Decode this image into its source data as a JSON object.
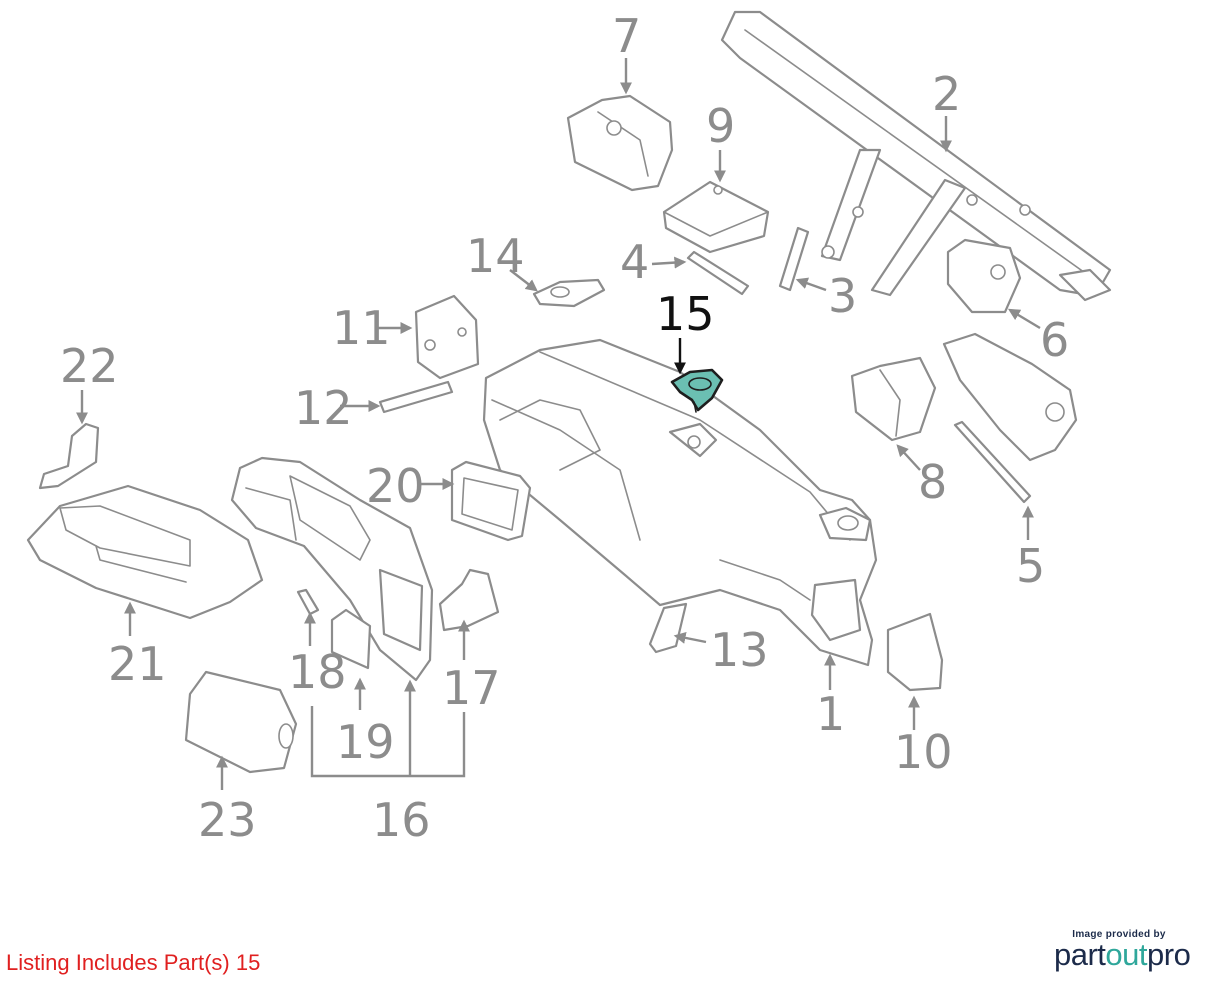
{
  "diagram": {
    "highlight_color": "#6bbfb2",
    "highlighted_part": "15",
    "callouts": [
      "1",
      "2",
      "3",
      "4",
      "5",
      "6",
      "7",
      "8",
      "9",
      "10",
      "11",
      "12",
      "13",
      "14",
      "15",
      "16",
      "17",
      "18",
      "19",
      "20",
      "21",
      "22",
      "23"
    ]
  },
  "footer": {
    "listing_note": "Listing Includes Part(s) 15",
    "listing_color": "#e02020"
  },
  "brand": {
    "caption": "Image provided by",
    "name_start": "part",
    "name_accent": "out",
    "name_end": "pro",
    "primary_color": "#1c2b4a",
    "accent_color": "#2fa79b"
  }
}
